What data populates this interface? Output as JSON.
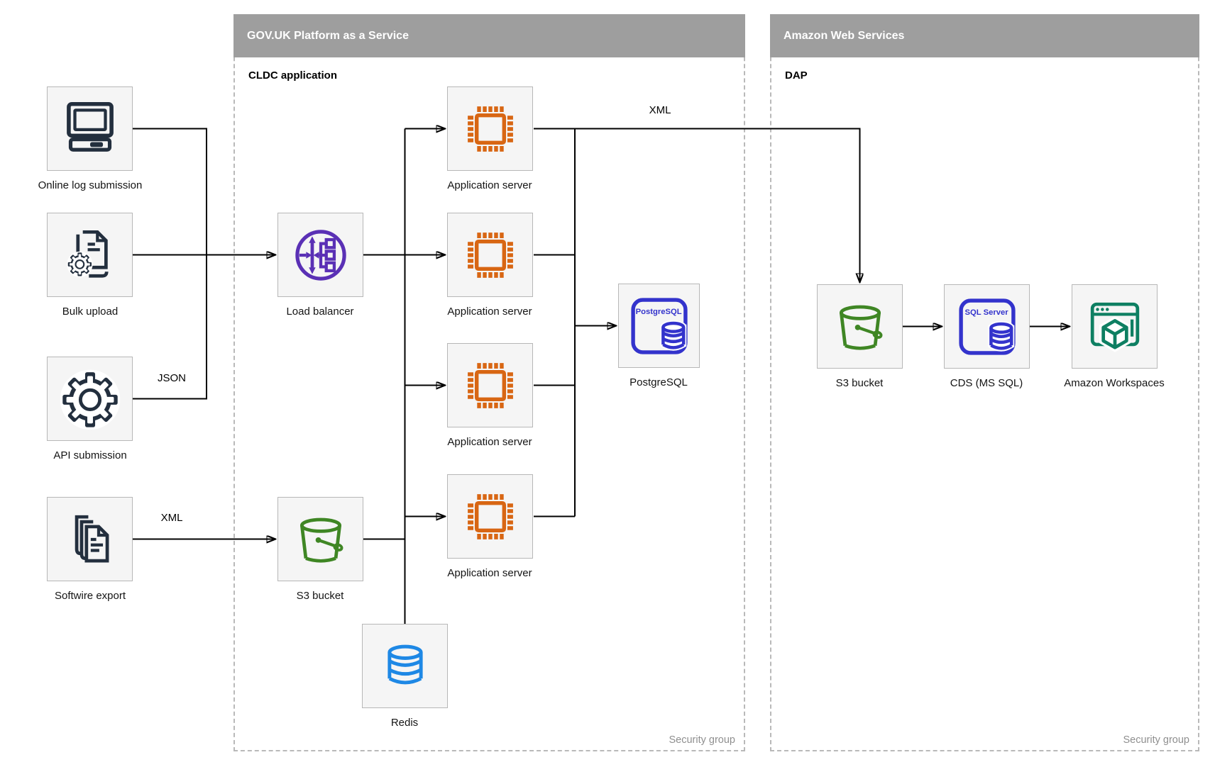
{
  "diagram": {
    "sources": [
      {
        "id": "online-log",
        "label": "Online log submission"
      },
      {
        "id": "bulk-upload",
        "label": "Bulk upload"
      },
      {
        "id": "api-submission",
        "label": "API submission"
      },
      {
        "id": "softwire-export",
        "label": "Softwire export"
      }
    ],
    "govuk": {
      "title": "GOV.UK Platform as a Service",
      "sublabel": "CLDC application",
      "security_label": "Security group",
      "nodes": {
        "load_balancer": "Load balancer",
        "app_server": "Application server",
        "s3_bucket": "S3 bucket",
        "redis": "Redis",
        "postgresql": "PostgreSQL"
      }
    },
    "aws": {
      "title": "Amazon Web Services",
      "sublabel": "DAP",
      "security_label": "Security group",
      "nodes": {
        "s3_bucket": "S3 bucket",
        "cds": "CDS (MS SQL)",
        "workspaces": "Amazon Workspaces"
      }
    },
    "edge_labels": {
      "json": "JSON",
      "xml_export": "XML",
      "xml_transfer": "XML"
    },
    "icon_text": {
      "postgresql": "PostgreSQL",
      "sql_server": "SQL Server"
    },
    "colors": {
      "container_header_bg": "#9e9e9e",
      "container_header_text": "#ffffff",
      "container_border": "#b9b9b9",
      "node_fill": "#f5f5f5",
      "node_border": "#b7b7b7",
      "connector": "#000000",
      "security_text": "#8f8f8f",
      "icon_dark": "#232f3e",
      "icon_orange": "#d86613",
      "icon_purple": "#5a30b5",
      "icon_green": "#3f8624",
      "icon_blue_db": "#3333cc",
      "icon_blue_redis": "#1e88e5",
      "icon_teal": "#0e7f62"
    }
  }
}
